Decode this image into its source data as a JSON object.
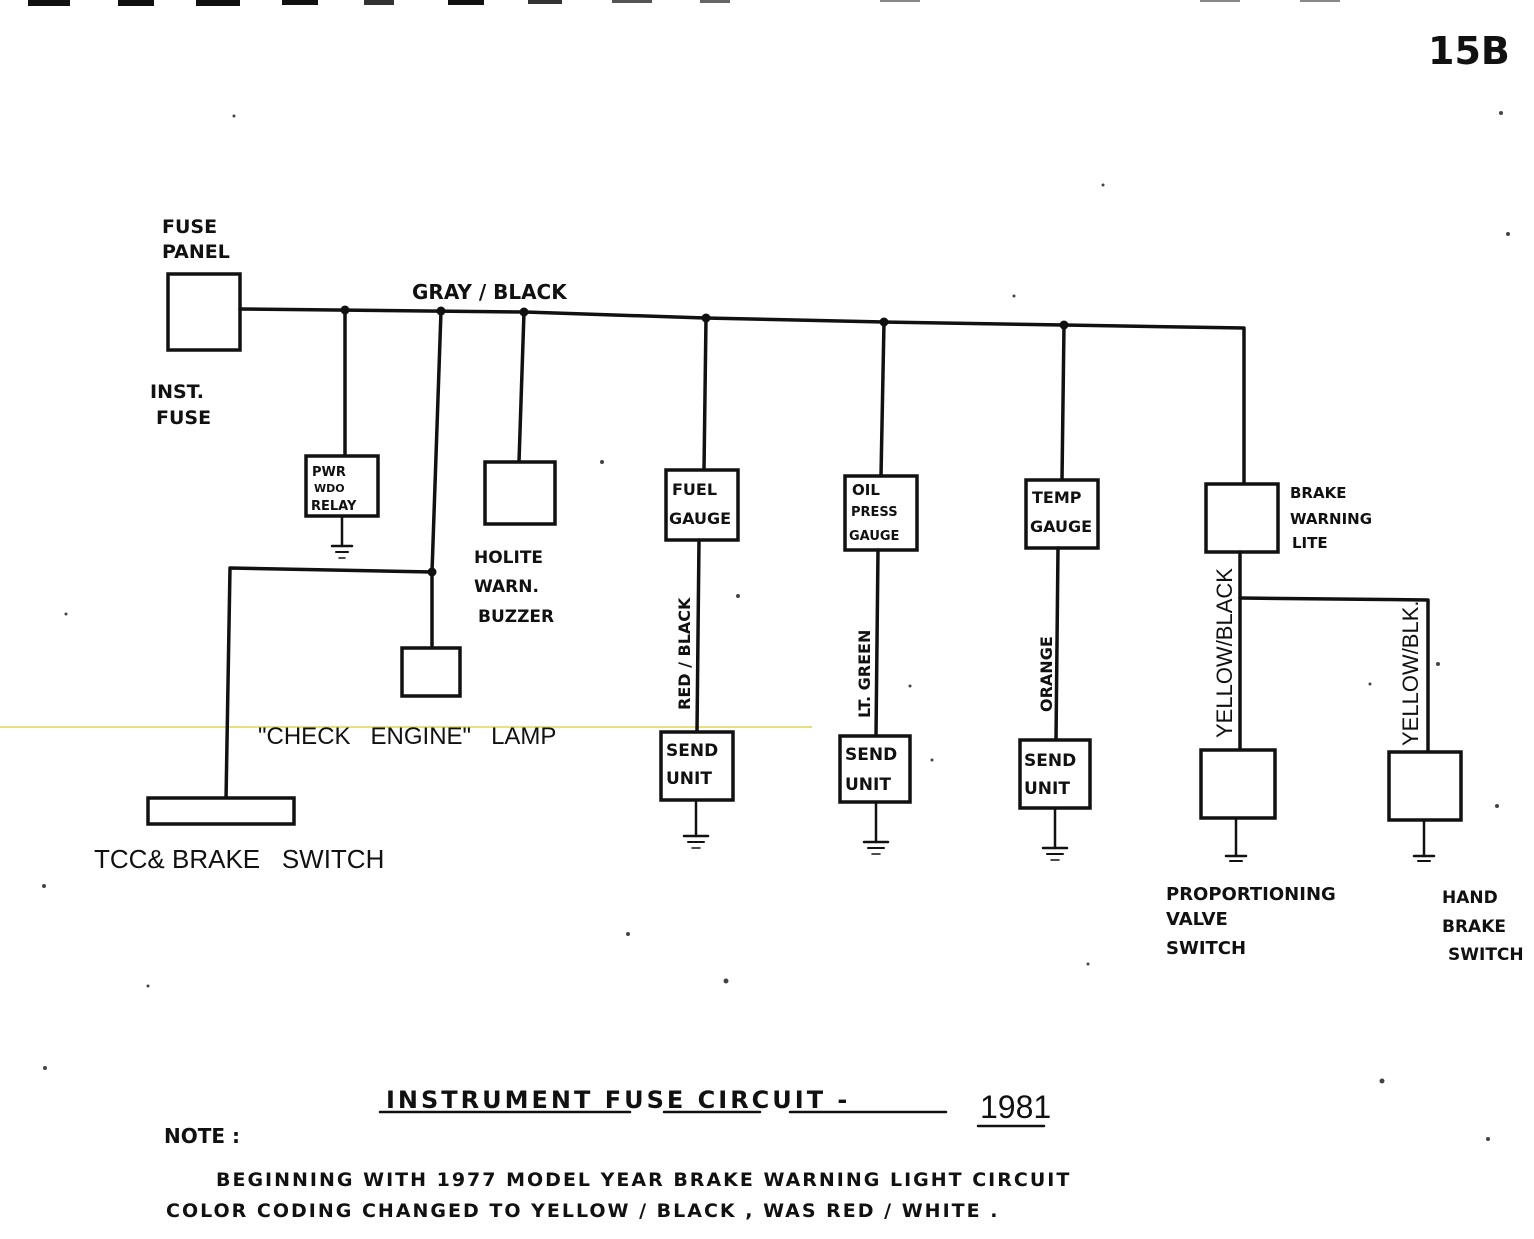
{
  "page_number": "15B",
  "title": "INSTRUMENT FUSE CIRCUIT -",
  "title_year": "1981",
  "note": {
    "label": "NOTE :",
    "line1": "BEGINNING WITH 1977 MODEL YEAR BRAKE WARNING LIGHT CIRCUIT",
    "line2": "COLOR CODING CHANGED TO YELLOW / BLACK , WAS RED / WHITE ."
  },
  "fuse_panel": {
    "label_line1": "FUSE",
    "label_line2": "PANEL",
    "fuse_line1": "INST.",
    "fuse_line2": "FUSE"
  },
  "main_wire_label": "GRAY / BLACK",
  "components": {
    "pwr_relay": {
      "line1": "PWR",
      "line2": "WDO",
      "line3": "RELAY"
    },
    "holite": {
      "line1": "HOLITE",
      "line2": "WARN.",
      "line3": "BUZZER"
    },
    "fuel_gauge": {
      "line1": "FUEL",
      "line2": "GAUGE",
      "wire": "RED / BLACK",
      "sender_line1": "SEND",
      "sender_line2": "UNIT"
    },
    "oil_gauge": {
      "line1": "OIL",
      "line2": "PRESS",
      "line3": "GAUGE",
      "wire": "LT. GREEN",
      "sender_line1": "SEND",
      "sender_line2": "UNIT"
    },
    "temp_gauge": {
      "line1": "TEMP",
      "line2": "GAUGE",
      "wire": "ORANGE",
      "sender_line1": "SEND",
      "sender_line2": "UNIT"
    },
    "brake_lite": {
      "line1": "BRAKE",
      "line2": "WARNING",
      "line3": "LITE"
    },
    "check_engine": {
      "label": "\"CHECK   ENGINE\"   LAMP"
    },
    "tcc_switch": {
      "label": "TCC& BRAKE   SWITCH"
    },
    "prop_valve": {
      "wire": "YELLOW/BLACK",
      "line1": "PROPORTIONING",
      "line2": "VALVE",
      "line3": "SWITCH"
    },
    "hand_brake": {
      "wire": "YELLOW/BLK.",
      "line1": "HAND",
      "line2": "BRAKE",
      "line3": "SWITCH"
    }
  },
  "colors": {
    "ink": "#111111",
    "paper": "#ffffff",
    "scan_line": "#e8e080"
  }
}
